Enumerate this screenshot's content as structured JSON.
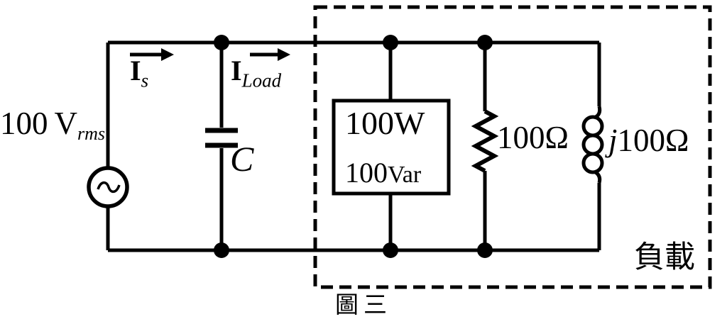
{
  "source": {
    "value": "100",
    "unit": "V",
    "unit_subscript": "rms",
    "type": "ac-sine-source"
  },
  "currents": {
    "source": {
      "symbol": "I",
      "subscript": "s"
    },
    "load": {
      "symbol": "I",
      "subscript": "Load"
    }
  },
  "capacitor": {
    "label": "C"
  },
  "power_load_box": {
    "line1": "100W",
    "line2_value": "100",
    "line2_unit": "Var"
  },
  "resistor": {
    "label": "100Ω"
  },
  "inductor": {
    "prefix": "j",
    "label": "100Ω"
  },
  "load_region": {
    "label": "負載"
  },
  "figure": {
    "caption": "圖三"
  }
}
